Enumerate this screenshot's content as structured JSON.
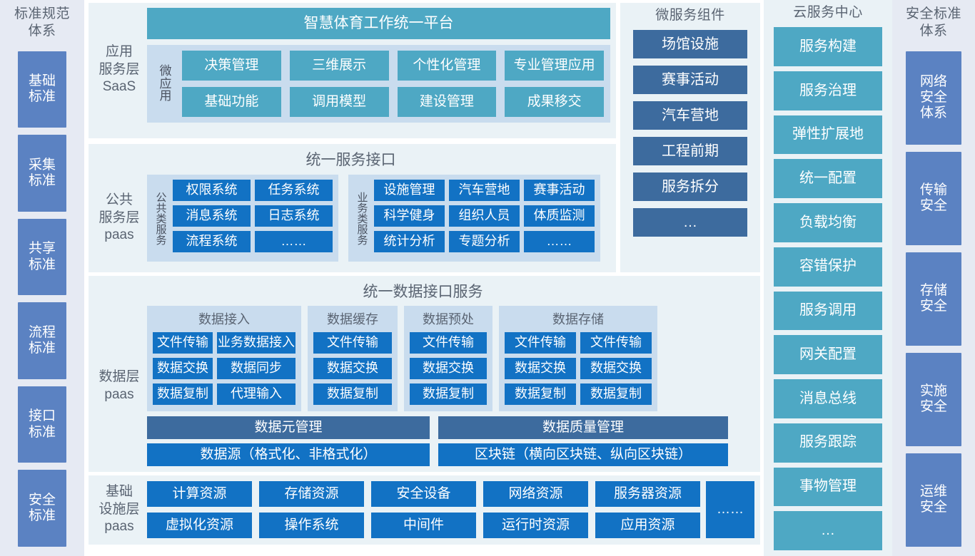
{
  "left_rail": {
    "title": "标准规范\n体系",
    "items": [
      {
        "label": "基础\n标准"
      },
      {
        "label": "采集\n标准"
      },
      {
        "label": "共享\n标准"
      },
      {
        "label": "流程\n标准"
      },
      {
        "label": "接口\n标准"
      },
      {
        "label": "安全\n标准"
      }
    ]
  },
  "right_rail": {
    "title": "安全标准\n体系",
    "items": [
      {
        "label": "网络\n安全\n体系"
      },
      {
        "label": "传输\n安全"
      },
      {
        "label": "存储\n安全"
      },
      {
        "label": "实施\n安全"
      },
      {
        "label": "运维\n安全"
      }
    ]
  },
  "saas": {
    "layer_label": "应用\n服务层\nSaaS",
    "platform_title": "智慧体育工作统一平台",
    "micro_tag": "微\n应\n用",
    "apps": [
      "决策管理",
      "三维展示",
      "个性化管理",
      "专业管理应用",
      "基础功能",
      "调用模型",
      "建设管理",
      "成果移交"
    ]
  },
  "paas": {
    "layer_label": "公共\n服务层\npaas",
    "section_title": "统一服务接口",
    "groups": [
      {
        "vtag": "公共类服务",
        "items": [
          "权限系统",
          "任务系统",
          "消息系统",
          "日志系统",
          "流程系统",
          "……"
        ]
      },
      {
        "vtag": "业务类服务",
        "items": [
          "设施管理",
          "汽车营地",
          "赛事活动",
          "科学健身",
          "组织人员",
          "体质监测",
          "统计分析",
          "专题分析",
          "……"
        ]
      }
    ]
  },
  "data": {
    "layer_label": "数据层\npaas",
    "section_title": "统一数据接口服务",
    "groups": [
      {
        "title": "数据接入",
        "items": [
          "文件传输",
          "业务数据接入",
          "数据交换",
          "数据同步",
          "数据复制",
          "代理输入"
        ]
      },
      {
        "title": "数据缓存",
        "items": [
          "文件传输",
          "数据交换",
          "数据复制"
        ]
      },
      {
        "title": "数据预处",
        "items": [
          "文件传输",
          "数据交换",
          "数据复制"
        ]
      },
      {
        "title": "数据存储",
        "items": [
          "文件传输",
          "文件传输",
          "数据交换",
          "数据交换",
          "数据复制",
          "数据复制"
        ]
      }
    ],
    "row_mgmt": [
      "数据元管理",
      "数据质量管理"
    ],
    "row_source": [
      "数据源（格式化、非格式化）",
      "区块链（横向区块链、纵向区块链）"
    ]
  },
  "infra": {
    "layer_label": "基础\n设施层\npaas",
    "items": [
      "计算资源",
      "存储资源",
      "安全设备",
      "网络资源",
      "服务器资源",
      "虚拟化资源",
      "操作系统",
      "中间件",
      "运行时资源",
      "应用资源"
    ],
    "more": "……"
  },
  "microservices": {
    "title": "微服务组件",
    "items": [
      "场馆设施",
      "赛事活动",
      "汽车营地",
      "工程前期",
      "服务拆分",
      "…"
    ]
  },
  "cloud": {
    "title": "云服务中心",
    "items": [
      "服务构建",
      "服务治理",
      "弹性扩展地",
      "统一配置",
      "负载均衡",
      "容错保护",
      "服务调用",
      "网关配置",
      "消息总线",
      "服务跟踪",
      "事物管理",
      "…"
    ]
  },
  "colors": {
    "blue": "#1272c4",
    "slate": "#3d6b9e",
    "teal": "#4ea8c4",
    "periwinkle": "#5b82c2",
    "pale_panel": "#c9dcee",
    "light_panel": "#eaf2f6",
    "rail_bg": "#e6eaf3",
    "label_text": "#5a6472"
  }
}
